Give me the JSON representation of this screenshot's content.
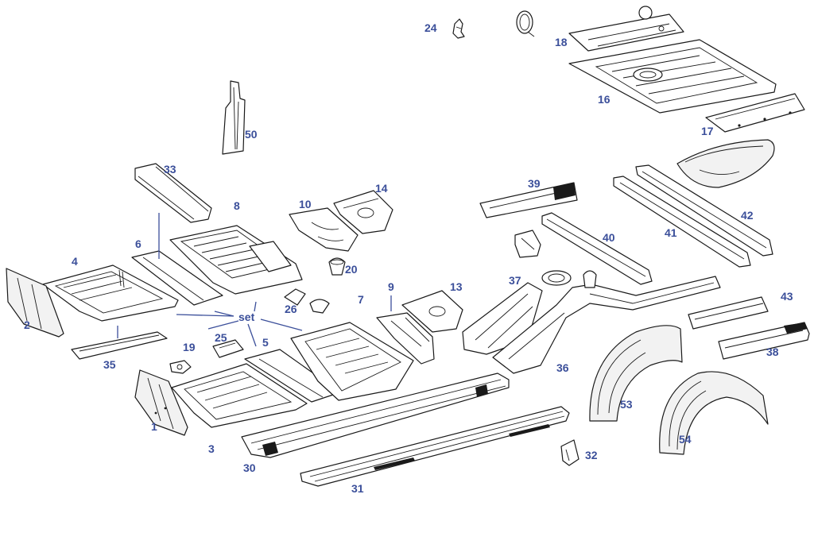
{
  "colors": {
    "callout": "#3b4f9a",
    "line": "#1a1a1a",
    "background": "#ffffff"
  },
  "callouts": {
    "c1": "1",
    "c2": "2",
    "c3": "3",
    "c4": "4",
    "c5": "5",
    "c6": "6",
    "c7": "7",
    "c8": "8",
    "c9": "9",
    "c10": "10",
    "c13": "13",
    "c14": "14",
    "c16": "16",
    "c17": "17",
    "c18": "18",
    "c19": "19",
    "c20": "20",
    "c24": "24",
    "c25": "25",
    "c26": "26",
    "c30": "30",
    "c31": "31",
    "c32": "32",
    "c33": "33",
    "c35": "35",
    "c36": "36",
    "c37": "37",
    "c38": "38",
    "c39": "39",
    "c40": "40",
    "c41": "41",
    "c42": "42",
    "c43": "43",
    "c50": "50",
    "c53": "53",
    "c54": "54",
    "set": "set"
  }
}
